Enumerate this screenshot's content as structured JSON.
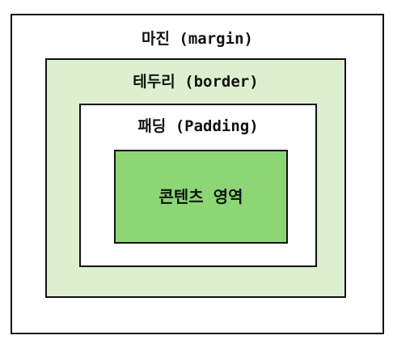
{
  "colors": {
    "margin_fill": "#ffffff",
    "border_fill": "#dcf0d0",
    "padding_fill": "#ffffff",
    "content_fill": "#8dd675",
    "outline": "#111111"
  },
  "diagram": {
    "margin_label": "마진 (margin)",
    "border_label": "테두리 (border)",
    "padding_label": "패딩 (Padding)",
    "content_label": "콘텐츠 영역"
  }
}
